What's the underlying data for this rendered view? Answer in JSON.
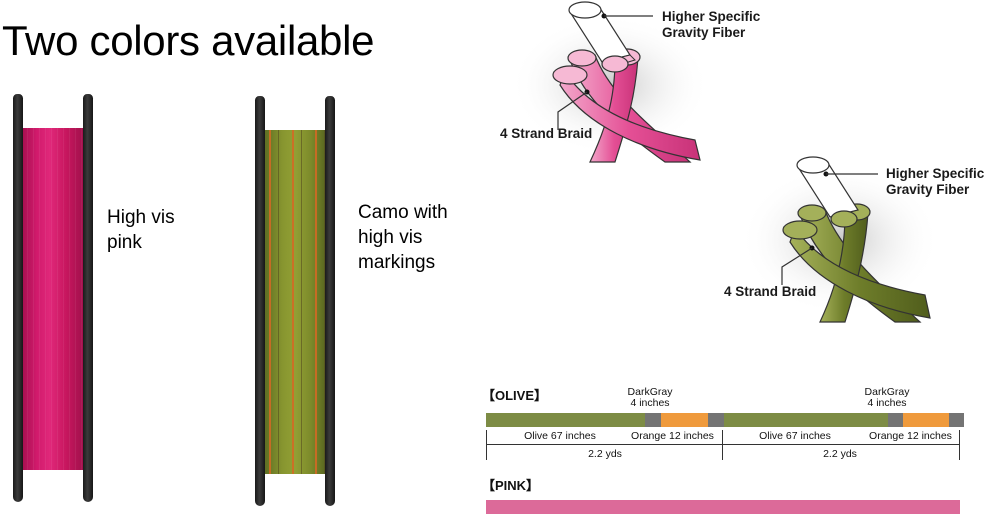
{
  "title": "Two colors available",
  "spools": [
    {
      "name": "pink",
      "caption": "High vis\npink",
      "color": "#d11a6c"
    },
    {
      "name": "camo",
      "caption": "Camo with\nhigh vis\nmarkings",
      "color": "#87952f",
      "accent_color": "#d66824"
    }
  ],
  "braid_diagrams": [
    {
      "name": "pink",
      "fiber_label": "Higher Specific\nGravity Fiber",
      "braid_label": "4 Strand Braid",
      "color": "#e65a9c"
    },
    {
      "name": "olive",
      "fiber_label": "Higher Specific\nGravity Fiber",
      "braid_label": "4 Strand Braid",
      "color": "#6e7d2a"
    }
  ],
  "marking_chart": {
    "olive": {
      "label": "【OLIVE】",
      "repeats": [
        {
          "darkgray_label": "DarkGray\n4 inches",
          "olive_label": "Olive 67 inches",
          "orange_label": "Orange 12 inches",
          "total_label": "2.2 yds"
        },
        {
          "darkgray_label": "DarkGray\n4 inches",
          "olive_label": "Olive 67 inches",
          "orange_label": "Orange 12 inches",
          "total_label": "2.2 yds"
        }
      ],
      "colors": {
        "olive": "#7d8c45",
        "darkgray": "#747474",
        "orange": "#ef9a3c"
      }
    },
    "pink": {
      "label": "【PINK】",
      "color": "#dc6a99"
    }
  },
  "chart_data": {
    "type": "table",
    "title": "Line marking pattern",
    "series": [
      {
        "name": "OLIVE",
        "segments": [
          {
            "color": "Olive",
            "length_inches": 67
          },
          {
            "color": "DarkGray",
            "length_inches": 4
          },
          {
            "color": "Orange",
            "length_inches": 12
          },
          {
            "color": "DarkGray",
            "length_inches": 4
          }
        ],
        "repeat_length": "2.2 yds"
      },
      {
        "name": "PINK",
        "segments": [
          {
            "color": "Pink",
            "length_inches": null
          }
        ]
      }
    ]
  }
}
